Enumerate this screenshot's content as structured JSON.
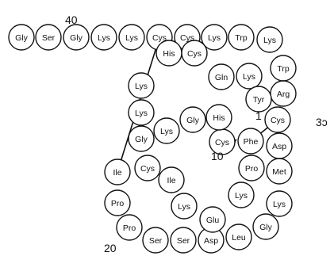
{
  "residues": [
    "Gly",
    "Ser",
    "Gly",
    "Lys",
    "Lys",
    "Cys",
    "Cys",
    "Lys",
    "Trp",
    "Lys",
    "Trp",
    "Arg",
    "Cys",
    "Asp",
    "Met",
    "Lys",
    "Gly",
    "Leu",
    "Asp",
    "Ser",
    "Ser",
    "Pro",
    "Pro",
    "Ile",
    "Cys",
    "Ile",
    "Lys",
    "Glu",
    "Lys",
    "Pro",
    "Phe",
    "Cys",
    "His",
    "Gly",
    "Lys",
    "Gly",
    "Lys",
    "Lys",
    "His",
    "Cys",
    "Gln",
    "Lys",
    "Tyr"
  ],
  "numbers": {
    "n40": "40",
    "n30": "3ɔ",
    "n20": "20",
    "n10": "10",
    "n1": "1"
  }
}
